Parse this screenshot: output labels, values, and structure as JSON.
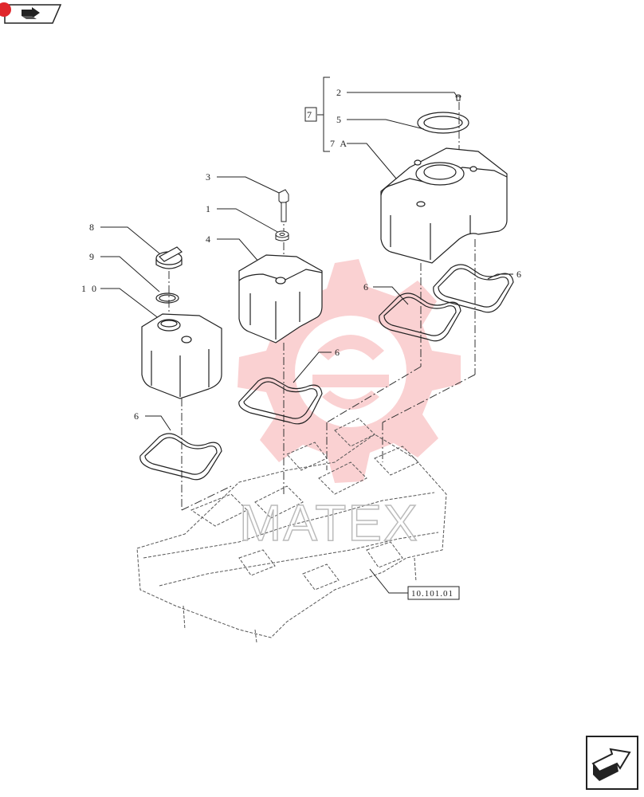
{
  "callouts": {
    "c2": "2",
    "c5": "5",
    "c7": "7",
    "c7a": "7 A",
    "c3": "3",
    "c1": "1",
    "c4": "4",
    "c8": "8",
    "c9": "9",
    "c10": "1 0",
    "c6a": "6",
    "c6b": "6",
    "c6c": "6",
    "c6d": "6"
  },
  "reference": {
    "section": "10.101.01"
  },
  "watermark": {
    "text": "MATEX"
  },
  "nav": {
    "back_icon": "arrow-back-icon",
    "next_icon": "arrow-next-icon"
  },
  "colors": {
    "brand_red": "#e0262b",
    "watermark_red": "#f6a4a6",
    "line": "#222222"
  }
}
